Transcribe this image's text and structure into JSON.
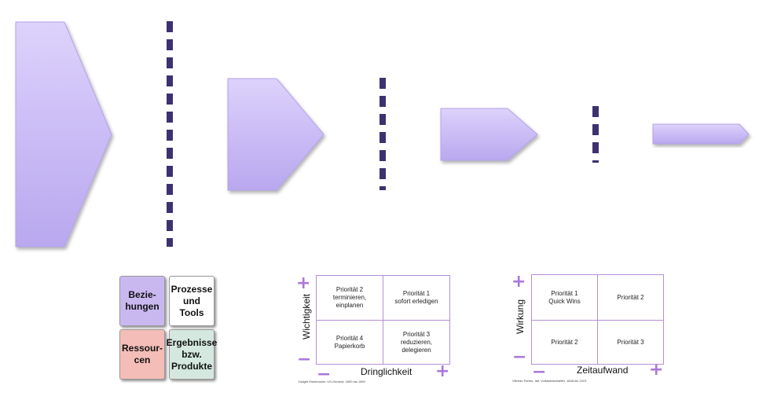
{
  "colors": {
    "arrow_fill": "#cbbcf6",
    "dash": "#3d3170",
    "accent": "#a978d9"
  },
  "tiles": [
    {
      "id": "beziehungen",
      "label": "Bezie-\nhungen",
      "color": "#c9b8f0"
    },
    {
      "id": "prozesse",
      "label": "Prozesse\nund\nTools",
      "color": "#ffffff"
    },
    {
      "id": "ressourcen",
      "label": "Ressour-\ncen",
      "color": "#f4bdb7"
    },
    {
      "id": "ergebnisse",
      "label": "Ergebnisse\nbzw.\nProdukte",
      "color": "#d4e8df"
    }
  ],
  "eisenhower": {
    "cells": {
      "top_left": "Priorität 2\nterminieren,\neinplanen",
      "top_right": "Priorität 1\nsofort erledigen",
      "bottom_left": "Priorität 4\nPapierkorb",
      "bottom_right": "Priorität 3\nreduzieren,\ndelegieren"
    },
    "x_label": "Dringlichkeit",
    "y_label": "Wichtigkeit",
    "plus": "+",
    "minus": "−",
    "credit": "Dwight Eisenhower, US-General, 1890 bis 1969"
  },
  "pareto": {
    "cells": {
      "top_left": "Priorität 1\nQuick Wins",
      "top_right": "Priorität 2",
      "bottom_left": "Priorität 2",
      "bottom_right": "Priorität 3"
    },
    "x_label": "Zeitaufwand",
    "y_label": "Wirkung",
    "plus": "+",
    "minus": "−",
    "credit": "Vilfredo Pareto, Ital. Volkswirtschaftler, 1848 bis 1923"
  }
}
